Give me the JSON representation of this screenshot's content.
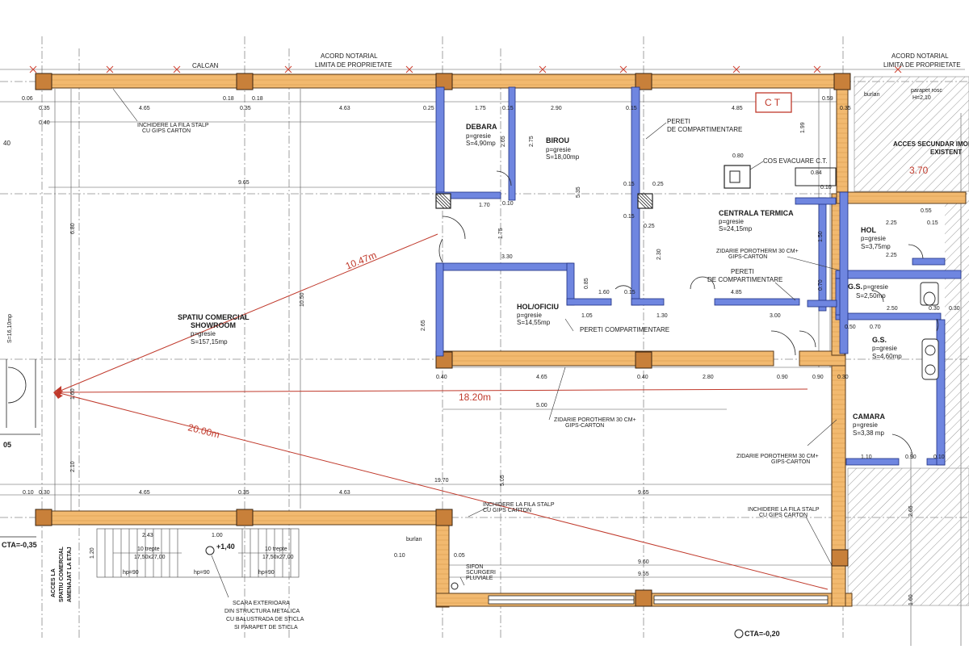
{
  "header": {
    "left_note": "CALCAN",
    "center_note_1": "ACORD NOTARIAL",
    "center_note_2": "LIMITA DE PROPRIETATE",
    "right_note_1": "ACORD NOTARIAL",
    "right_note_2": "LIMITA DE PROPRIETATE"
  },
  "rooms": {
    "showroom": {
      "name_1": "SPATIU COMERCIAL",
      "name_2": "SHOWROOM",
      "floor": "p=gresie",
      "area": "S=157,15mp"
    },
    "debara": {
      "name": "DEBARA",
      "floor": "p=gresie",
      "area": "S=4,90mp"
    },
    "birou": {
      "name": "BIROU",
      "floor": "p=gresie",
      "area": "S=18,00mp"
    },
    "centrala": {
      "name": "CENTRALA TERMICA",
      "floor": "p=gresie",
      "area": "S=24,15mp"
    },
    "hol_oficiu": {
      "name": "HOL/OFICIU",
      "floor": "p=gresie",
      "area": "S=14,55mp"
    },
    "hol": {
      "name": "HOL",
      "floor": "p=gresie",
      "area": "S=3,75mp"
    },
    "gs1": {
      "name": "G.S.",
      "floor": "p=gresie",
      "area": "S=2,50mp"
    },
    "gs2": {
      "name": "G.S.",
      "floor": "p=gresie",
      "area": "S=4,60mp"
    },
    "camara": {
      "name": "CAMARA",
      "floor": "p=gresie",
      "area": "S=3,38 mp"
    }
  },
  "notes": {
    "ct": "C T",
    "cos": "COS EVACUARE C.T.",
    "pereti_1": "PERETI",
    "pereti_1b": "DE COMPARTIMENTARE",
    "pereti_2": "PERETI",
    "pereti_2b": "DE COMPARTIMENTARE",
    "pereti_3": "PERETI COMPARTIMENTARE",
    "inchidere_1": "INCHIDERE LA FILA STALP",
    "inchidere_1b": "CU GIPS CARTON",
    "inchidere_2": "INCHIDERE LA FILA STALP",
    "inchidere_2b": "CU GIPS CARTON",
    "inchidere_3": "INCHIDERE LA FILA STALP",
    "inchidere_3b": "CU GIPS CARTON",
    "zidarie_1": "ZIDARIE POROTHERM 30 CM+",
    "zidarie_1b": "GIPS-CARTON",
    "zidarie_2": "ZIDARIE POROTHERM 30 CM+",
    "zidarie_2b": "GIPS-CARTON",
    "zidarie_3": "ZIDARIE POROTHERM 30 CM+",
    "zidarie_3b": "GIPS-CARTON",
    "acces_secundar": "ACCES SECUNDAR IMOB",
    "existent": "EXISTENT",
    "parapet": "parapet rosc",
    "h210": "H=2,10",
    "burlan": "burlan",
    "burlan2": "burlan",
    "scara_1": "SCARA EXTERIOARA",
    "scara_2": "DIN STRUCTURA METALICA",
    "scara_3": "CU BALUSTRADA DE STICLA",
    "scara_4": "SI PARAPET DE STICLA",
    "sifon_1": "SIFON",
    "sifon_2": "SCURGERI",
    "sifon_3": "PLUVIALE",
    "acces_1": "ACCES LA",
    "acces_2": "SPATIU COMERCIAL",
    "acces_3": "AMENAJAT LA ETAJ",
    "cta_left": "CTA=-0,35",
    "cta_bottom": "CTA=-0,20",
    "level_140": "+1,40",
    "trepte_1": "10 trepte",
    "trepte_1b": "17,50x27,00",
    "trepte_2": "10 trepte",
    "trepte_2b": "17,50x27,00",
    "hp1": "hp=90",
    "hp2": "hp=90",
    "hp3": "hp=90",
    "left_05": "05",
    "left_40": "40",
    "left_area": "S=16,10mp"
  },
  "measures": {
    "m1047": "10.47m",
    "m1820": "18.20m",
    "m2000": "20.00m",
    "m370": "3.70"
  },
  "dims": {
    "top": [
      "0.06",
      "0.35",
      "4.65",
      "0.18",
      "0.18",
      "0.35",
      "4.63",
      "0.25",
      "1.75",
      "0.15",
      "2.90",
      "0.15",
      "4.85",
      "0.59",
      "0.35"
    ],
    "showroom_mid": [
      "9.65",
      "6.80",
      "10.50",
      "2.10",
      "1.60",
      "0.40"
    ],
    "bottom_row": [
      "0.10",
      "0.30",
      "4.65",
      "0.35",
      "4.63",
      "19.70",
      "9.65",
      "9.55",
      "9.60",
      "5.05"
    ],
    "office": [
      "2.65",
      "2.75",
      "5.35",
      "1.70",
      "0.10",
      "1.75",
      "3.30",
      "0.15",
      "0.15",
      "2.30",
      "0.25",
      "0.25",
      "0.85",
      "1.60",
      "0.15",
      "4.85",
      "1.05",
      "1.30",
      "3.00",
      "2.65",
      "0.40",
      "4.65",
      "0.40",
      "2.80",
      "0.90",
      "0.90",
      "0.30",
      "5.00",
      "0.80",
      "1.99",
      "0.84",
      "0.10",
      "1.50",
      "0.70"
    ],
    "right": [
      "2.25",
      "2.25",
      "0.15",
      "0.55",
      "2.50",
      "0.30",
      "0.50",
      "0.70",
      "1.10",
      "0.90",
      "0.10",
      "2.65",
      "1.60",
      "0.30",
      "1.20",
      "2.43",
      "1.00",
      "0.05",
      "0.10"
    ]
  }
}
